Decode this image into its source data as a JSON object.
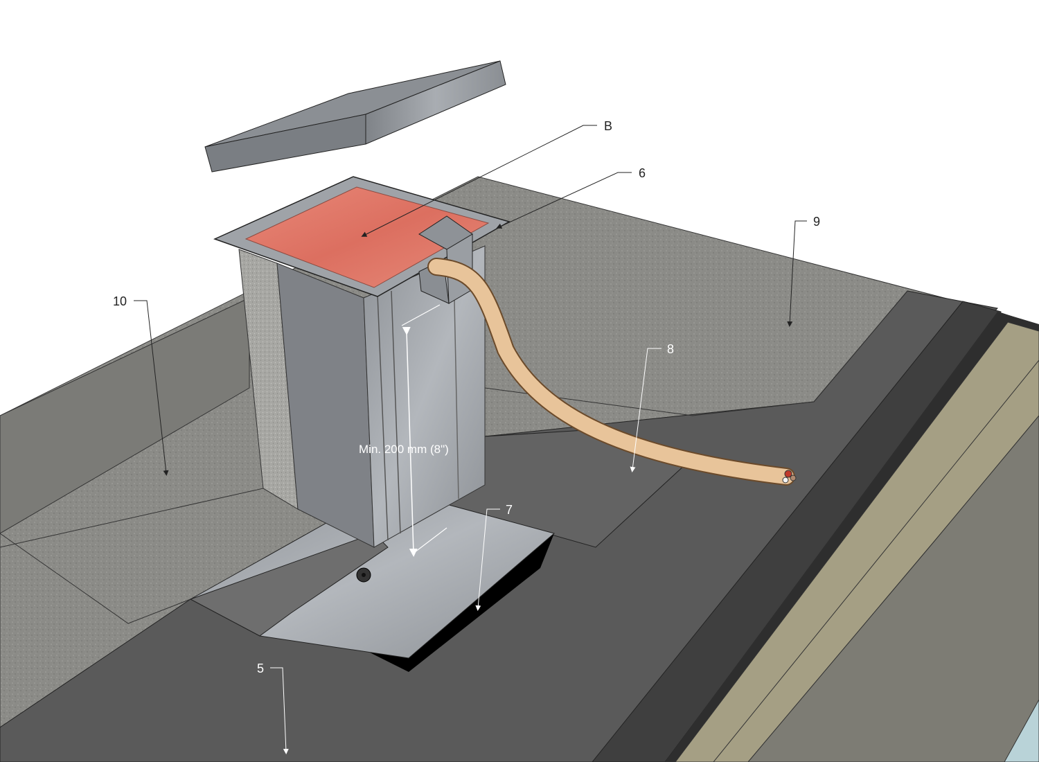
{
  "labels": {
    "b": "B",
    "six": "6",
    "nine": "9",
    "ten": "10",
    "eight": "8",
    "seven": "7",
    "five": "5"
  },
  "dimension": {
    "text": "Min. 200 mm (8\")"
  },
  "colors": {
    "roof_gravel": "#8a8a86",
    "membrane_dark": "#5a5a5a",
    "membrane_edge": "#3d3d3d",
    "metal_sheet": "#9a9ea3",
    "curb_granite": "#a9a9a5",
    "insulation": "#e07a6a",
    "cable_jacket": "#e8c49a",
    "parapet_tan": "#a59f84",
    "wall_grey": "#7d7c74",
    "glass_blue": "#b9d3d8"
  }
}
